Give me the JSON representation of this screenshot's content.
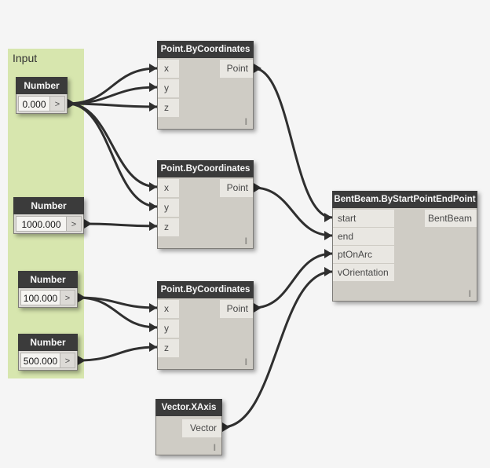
{
  "group": {
    "label": "Input",
    "color": "#d7e6ae"
  },
  "nodes": {
    "number1": {
      "title": "Number",
      "value": "0.000",
      "stepper": ">"
    },
    "number2": {
      "title": "Number",
      "value": "1000.000",
      "stepper": ">"
    },
    "number3": {
      "title": "Number",
      "value": "100.000",
      "stepper": ">"
    },
    "number4": {
      "title": "Number",
      "value": "500.000",
      "stepper": ">"
    },
    "point1": {
      "title": "Point.ByCoordinates",
      "inputs": [
        "x",
        "y",
        "z"
      ],
      "output": "Point",
      "lacing": "I"
    },
    "point2": {
      "title": "Point.ByCoordinates",
      "inputs": [
        "x",
        "y",
        "z"
      ],
      "output": "Point",
      "lacing": "I"
    },
    "point3": {
      "title": "Point.ByCoordinates",
      "inputs": [
        "x",
        "y",
        "z"
      ],
      "output": "Point",
      "lacing": "I"
    },
    "vector": {
      "title": "Vector.XAxis",
      "output": "Vector",
      "lacing": "I"
    },
    "bentbeam": {
      "title": "BentBeam.ByStartPointEndPoint",
      "inputs": [
        "start",
        "end",
        "ptOnArc",
        "vOrientation"
      ],
      "output": "BentBeam",
      "lacing": "I"
    }
  },
  "colors": {
    "canvas": "#f5f5f5",
    "group": "#d7e6ae",
    "node_header": "#3b3b3b",
    "node_body": "#cfccc5",
    "port_cell": "#e9e7e2",
    "wire": "#2f2f2f"
  },
  "connections": [
    {
      "from": "number1.output",
      "to": "point1.x"
    },
    {
      "from": "number1.output",
      "to": "point1.y"
    },
    {
      "from": "number1.output",
      "to": "point1.z"
    },
    {
      "from": "number1.output",
      "to": "point2.x"
    },
    {
      "from": "number1.output",
      "to": "point2.y"
    },
    {
      "from": "number2.output",
      "to": "point2.z"
    },
    {
      "from": "number3.output",
      "to": "point3.x"
    },
    {
      "from": "number3.output",
      "to": "point3.y"
    },
    {
      "from": "number4.output",
      "to": "point3.z"
    },
    {
      "from": "point1.Point",
      "to": "bentbeam.start"
    },
    {
      "from": "point2.Point",
      "to": "bentbeam.end"
    },
    {
      "from": "point3.Point",
      "to": "bentbeam.ptOnArc"
    },
    {
      "from": "vector.Vector",
      "to": "bentbeam.vOrientation"
    }
  ]
}
